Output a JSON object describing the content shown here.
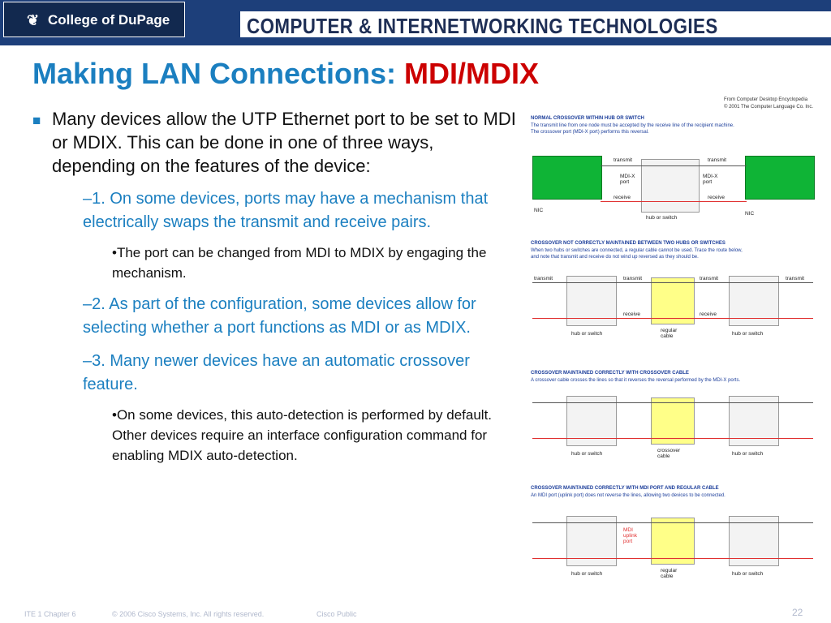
{
  "header": {
    "logo_text": "College of DuPage",
    "logo_mark": "❦",
    "banner": "COMPUTER & INTERNETWORKING TECHNOLOGIES"
  },
  "slide": {
    "title_main": "Making LAN Connections: ",
    "title_highlight": "MDI/MDIX",
    "bullet_intro": "Many devices allow the UTP Ethernet port to be set to MDI or MDIX. This can be done in one of three ways, depending on the features of the device:",
    "sub1": "–1. On some devices, ports may have a mechanism that electrically swaps the transmit and receive pairs.",
    "sub1_detail": "•The port can be changed from MDI to MDIX by engaging the mechanism.",
    "sub2": "–2. As part of the configuration, some devices allow for selecting whether a port functions as MDI or as MDIX.",
    "sub3": "–3. Many newer devices have an automatic crossover feature.",
    "sub3_detail": "•On some devices, this auto-detection is performed by default. Other devices require an interface configuration command for enabling MDIX auto-detection."
  },
  "figure": {
    "credit": "From Computer Desktop Encyclopedia\n© 2001 The Computer Language Co. Inc.",
    "panels": [
      {
        "title": "NORMAL CROSSOVER WITHIN HUB OR SWITCH",
        "desc": "The transmit line from one node must be accepted by the receive line of the recipient machine.\nThe crossover port (MDI-X port) performs this reversal."
      },
      {
        "title": "CROSSOVER NOT CORRECTLY MAINTAINED BETWEEN TWO HUBS OR SWITCHES",
        "desc": "When two hubs or switches are connected, a regular cable cannot be used. Trace the route below,\nand note that transmit and receive do not wind up reversed as they should be."
      },
      {
        "title": "CROSSOVER MAINTAINED CORRECTLY WITH CROSSOVER CABLE",
        "desc": "A crossover cable crosses the lines so that it reverses the reversal performed by the MDI-X ports."
      },
      {
        "title": "CROSSOVER MAINTAINED CORRECTLY WITH MDI PORT AND REGULAR CABLE",
        "desc": "An MDI port (uplink port) does not reverse the lines, allowing two devices to be connected."
      }
    ],
    "labels": {
      "transmit": "transmit",
      "receive": "receive",
      "mdix_port": "MDI-X\nport",
      "hub": "hub or switch",
      "nic": "NIC",
      "regular_cable": "regular\ncable",
      "crossover_cable": "crossover\ncable",
      "mdi_uplink": "MDI\nuplink\nport"
    }
  },
  "footer": {
    "chapter": "ITE 1 Chapter 6",
    "copyright": "© 2006 Cisco Systems, Inc. All rights reserved.",
    "classification": "Cisco Public",
    "page": "22"
  },
  "colors": {
    "header_bg": "#1d3f7a",
    "title": "#1b7fc0",
    "highlight": "#cc0000"
  }
}
